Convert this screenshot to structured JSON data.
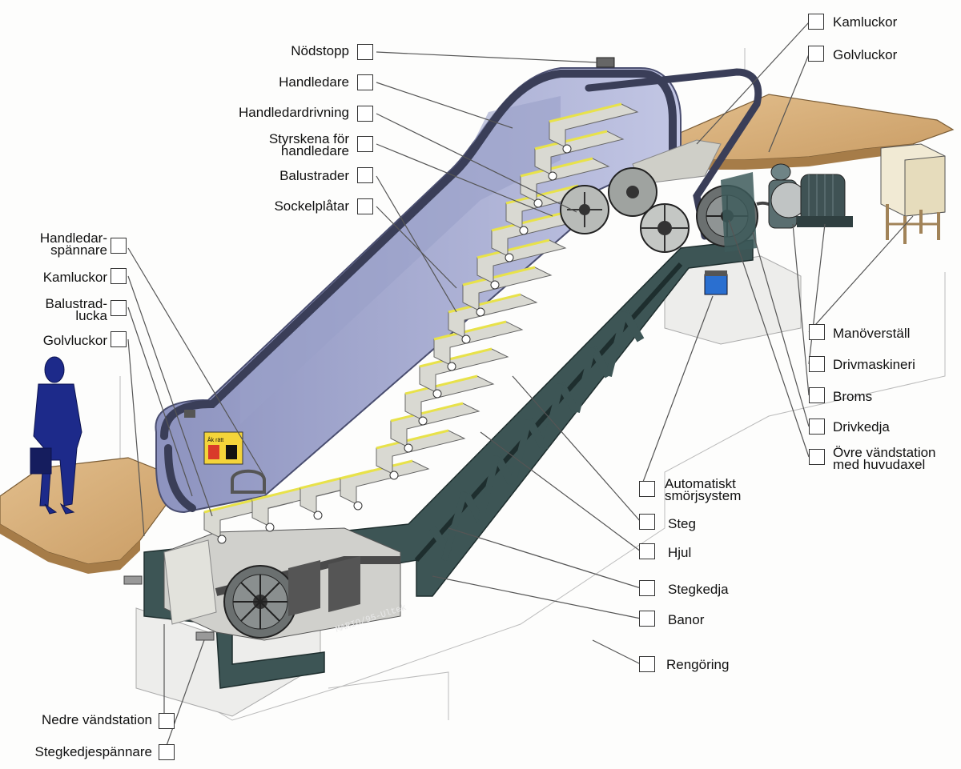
{
  "artist_signature": "MARIO/95-Ultek",
  "sticker_text": "Åk rätt",
  "colors": {
    "balustrade": "#aab0d4",
    "handrail": "#3a3e58",
    "truss": "#3d5555",
    "floor": "#d8b27e",
    "steps": "#d9d9d2",
    "step_edge": "#e8e24a",
    "figure": "#1d2a8a",
    "lubricator": "#2a6fd0"
  },
  "labels": {
    "nodstopp": "Nödstopp",
    "handledare": "Handledare",
    "handledardrivning": "Handledardrivning",
    "styrskena": [
      "Styrskena för",
      "handledare"
    ],
    "balustrader": "Balustrader",
    "sockelplatar": "Sockelplåtar",
    "handledarspannare": [
      "Handledar-",
      "spännare"
    ],
    "kamluckor_left": "Kamluckor",
    "balustradlucka": [
      "Balustrad-",
      "lucka"
    ],
    "golvluckor_left": "Golvluckor",
    "nedre_vandstation": "Nedre vändstation",
    "stegkedjespannare": "Stegkedjespännare",
    "kamluckor_right": "Kamluckor",
    "golvluckor_right": "Golvluckor",
    "manoverstall": "Manöverställ",
    "drivmaskineri": "Drivmaskineri",
    "broms": "Broms",
    "drivkedja": "Drivkedja",
    "ovre_vandstation": [
      "Övre vändstation",
      "med huvudaxel"
    ],
    "automatiskt": [
      "Automatiskt",
      "smörjsystem"
    ],
    "steg": "Steg",
    "hjul": "Hjul",
    "stegkedja": "Stegkedja",
    "banor": "Banor",
    "rengoring": "Rengöring"
  }
}
